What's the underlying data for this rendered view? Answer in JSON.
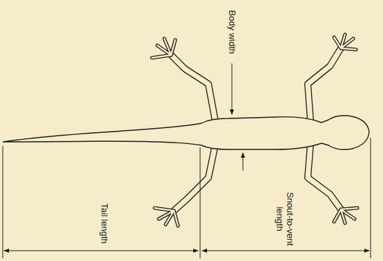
{
  "diagram": {
    "labels": [
      "Body width",
      "Snout-to-vent length",
      "Tail length"
    ]
  }
}
